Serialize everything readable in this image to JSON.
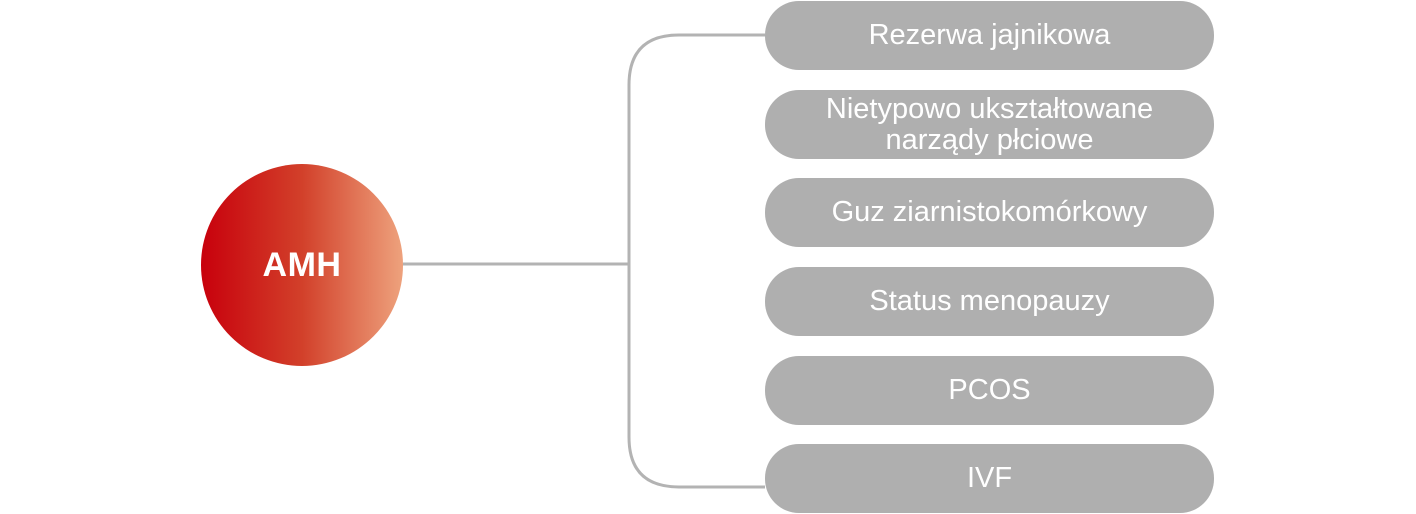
{
  "center": {
    "label": "AMH"
  },
  "items": [
    {
      "label": "Rezerwa jajnikowa"
    },
    {
      "label": "Nietypowo ukształtowane\nnarządy płciowe"
    },
    {
      "label": "Guz ziarnistokomórkowy"
    },
    {
      "label": "Status menopauzy"
    },
    {
      "label": "PCOS"
    },
    {
      "label": "IVF"
    }
  ],
  "colors": {
    "center_gradient_start": "#c8000c",
    "center_gradient_end": "#eea27d",
    "item_fill": "#afafaf",
    "connector": "#b3b3b3",
    "text": "#ffffff"
  }
}
